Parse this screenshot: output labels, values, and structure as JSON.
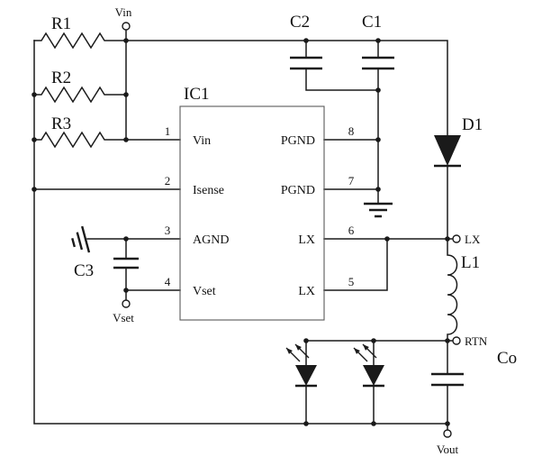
{
  "components": {
    "r1": {
      "label": "R1"
    },
    "r2": {
      "label": "R2"
    },
    "r3": {
      "label": "R3"
    },
    "c1": {
      "label": "C1"
    },
    "c2": {
      "label": "C2"
    },
    "c3": {
      "label": "C3"
    },
    "d1": {
      "label": "D1"
    },
    "l1": {
      "label": "L1"
    },
    "co": {
      "label": "Co"
    },
    "ic1": {
      "label": "IC1"
    }
  },
  "terminals": {
    "vin": {
      "label": "Vin"
    },
    "vset": {
      "label": "Vset"
    },
    "lx": {
      "label": "LX"
    },
    "rtn": {
      "label": "RTN"
    },
    "vout": {
      "label": "Vout"
    }
  },
  "ic_pins": {
    "left": [
      {
        "num": "1",
        "label": "Vin"
      },
      {
        "num": "2",
        "label": "Isense"
      },
      {
        "num": "3",
        "label": "AGND"
      },
      {
        "num": "4",
        "label": "Vset"
      }
    ],
    "right": [
      {
        "num": "8",
        "label": "PGND"
      },
      {
        "num": "7",
        "label": "PGND"
      },
      {
        "num": "6",
        "label": "LX"
      },
      {
        "num": "5",
        "label": "LX"
      }
    ]
  }
}
